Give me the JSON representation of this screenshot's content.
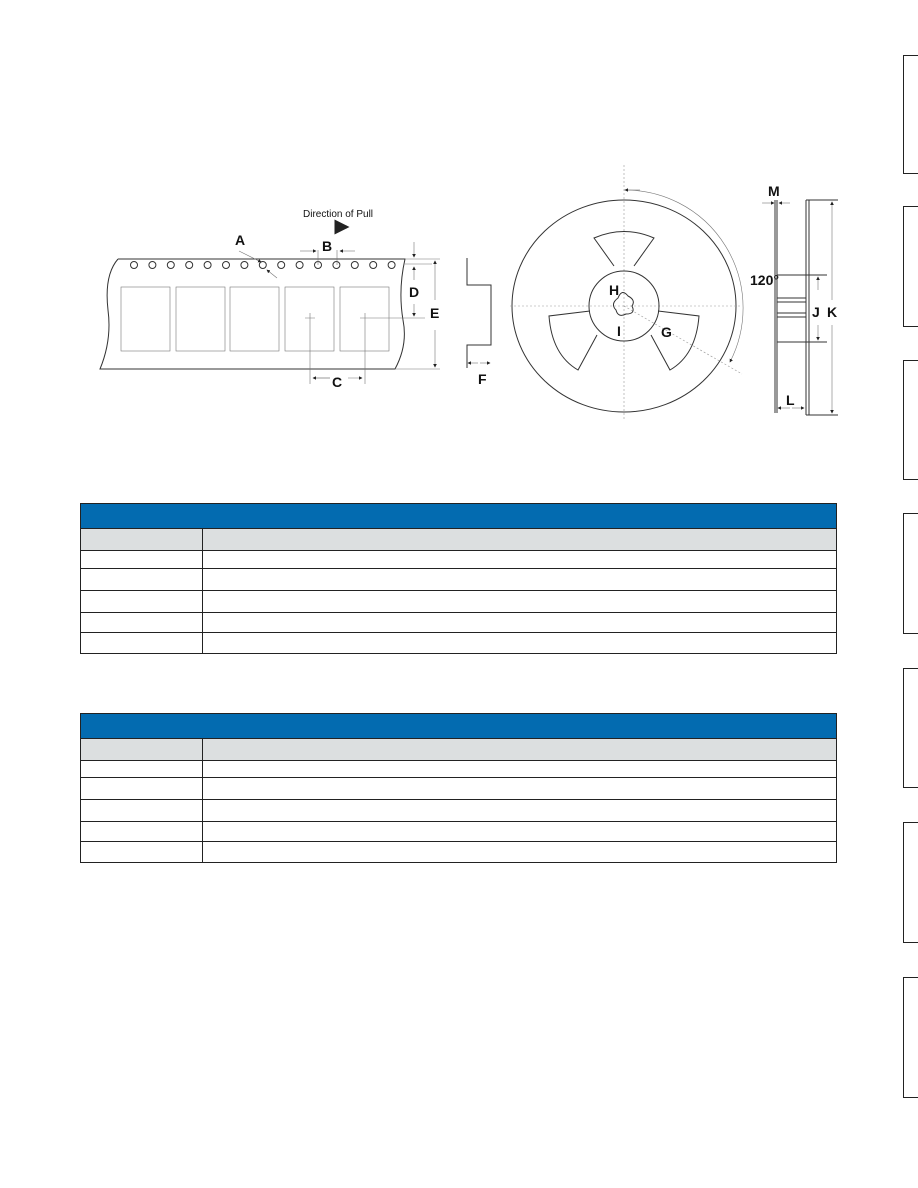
{
  "tape_diagram": {
    "direction_label": "Direction of Pull",
    "labels": {
      "A": "A",
      "B": "B",
      "C": "C",
      "D": "D",
      "E": "E",
      "F": "F"
    }
  },
  "reel_diagram": {
    "angle_label": "120°",
    "labels": {
      "G": "G",
      "H": "H",
      "I": "I",
      "J": "J",
      "K": "K",
      "L": "L",
      "M": "M"
    }
  },
  "tables": [
    {
      "title": "",
      "headers": [
        "",
        ""
      ],
      "rows": [
        [
          "",
          ""
        ],
        [
          "",
          ""
        ],
        [
          "",
          ""
        ],
        [
          "",
          ""
        ],
        [
          "",
          ""
        ]
      ]
    },
    {
      "title": "",
      "headers": [
        "",
        ""
      ],
      "rows": [
        [
          "",
          ""
        ],
        [
          "",
          ""
        ],
        [
          "",
          ""
        ],
        [
          "",
          ""
        ],
        [
          "",
          ""
        ]
      ]
    }
  ],
  "colors": {
    "table_title": "#036bb0",
    "table_header": "#dcdfe0"
  }
}
